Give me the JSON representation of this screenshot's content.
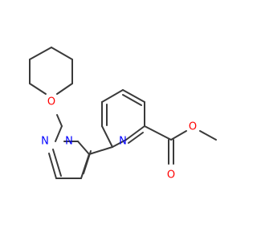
{
  "diagram": {
    "type": "chemical-structure",
    "bond_color": "#3a3a3a",
    "atom_colors": {
      "O": "#ff0000",
      "N": "#0000ff"
    },
    "atom_labels": {
      "oxygen_ring": "O",
      "nitrogen_n1": "N",
      "nitrogen_n2": "N",
      "nitrogen_pyridine": "N",
      "oxygen_carbonyl": "O",
      "oxygen_ester": "O"
    }
  }
}
